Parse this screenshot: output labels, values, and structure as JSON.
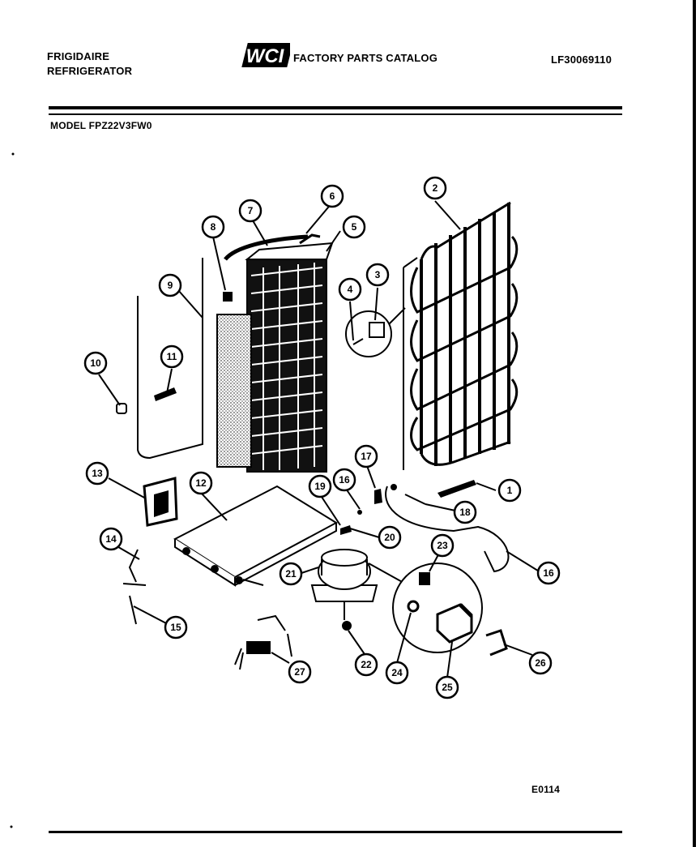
{
  "header": {
    "brand_line1": "FRIGIDAIRE",
    "brand_line2": "REFRIGERATOR",
    "logo_text": "WCI",
    "catalog_title": "FACTORY PARTS CATALOG",
    "catalog_number": "LF30069110"
  },
  "model": {
    "label": "MODEL FPZ22V3FW0"
  },
  "diagram": {
    "callouts": [
      "1",
      "2",
      "3",
      "4",
      "5",
      "6",
      "7",
      "8",
      "9",
      "10",
      "11",
      "12",
      "13",
      "14",
      "15",
      "16",
      "17",
      "18",
      "19",
      "20",
      "21",
      "22",
      "23",
      "24",
      "25",
      "26",
      "27"
    ]
  },
  "footer": {
    "figure_code": "E0114"
  }
}
